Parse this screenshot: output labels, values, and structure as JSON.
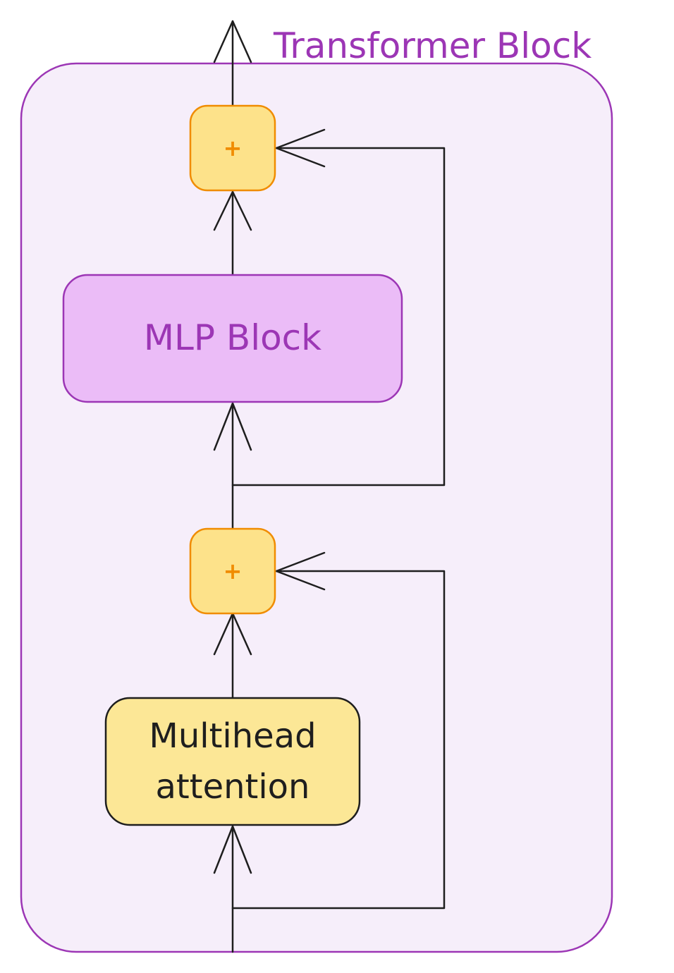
{
  "diagram": {
    "title": "Transformer Block",
    "mlp_label": "MLP Block",
    "attention_label_line1": "Multihead",
    "attention_label_line2": "attention",
    "add_top_label": "+",
    "add_bottom_label": "+"
  },
  "colors": {
    "container_fill": "#f6eefa",
    "container_stroke": "#9c36b5",
    "mlp_fill": "#ebbcf7",
    "mlp_stroke": "#9c36b5",
    "mlp_text": "#9c36b5",
    "attention_fill": "#fce796",
    "attention_stroke": "#1e1e1e",
    "add_fill": "#fde28a",
    "add_stroke": "#f08c00",
    "add_text": "#f08c00",
    "arrow": "#1e1e1e",
    "title_text": "#9c36b5"
  }
}
